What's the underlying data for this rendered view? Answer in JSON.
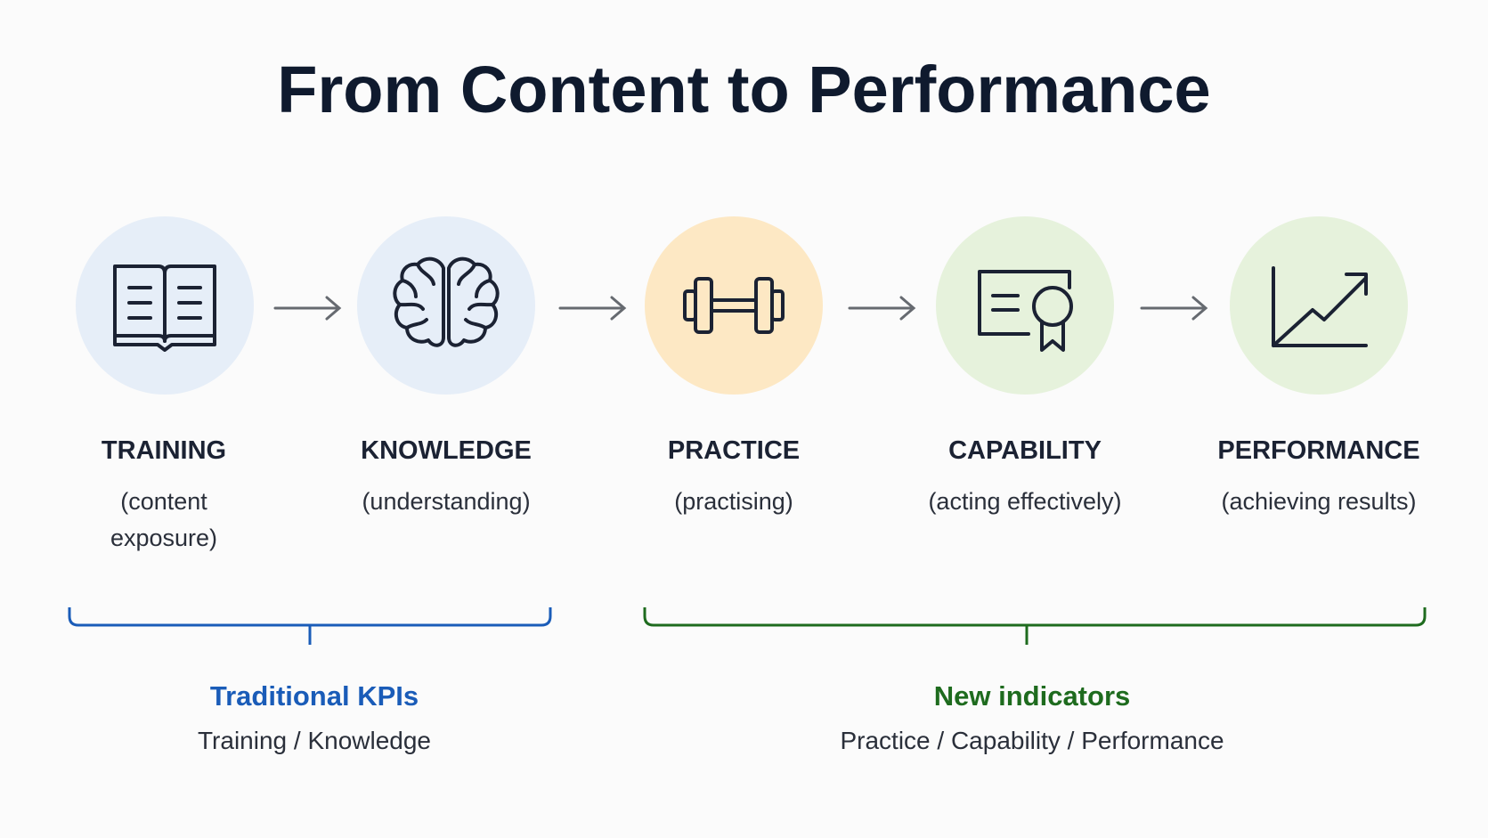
{
  "title": "From Content to Performance",
  "stages": [
    {
      "label": "TRAINING",
      "sub": "(content exposure)",
      "icon": "open-book-icon",
      "color": "#e6eef8"
    },
    {
      "label": "KNOWLEDGE",
      "sub": "(understanding)",
      "icon": "brain-icon",
      "color": "#e6eef8"
    },
    {
      "label": "PRACTICE",
      "sub": "(practising)",
      "icon": "dumbbell-icon",
      "color": "#fde8c4"
    },
    {
      "label": "CAPABILITY",
      "sub": "(acting effectively)",
      "icon": "certificate-icon",
      "color": "#e6f2dc"
    },
    {
      "label": "PERFORMANCE",
      "sub": "(achieving results)",
      "icon": "growth-chart-icon",
      "color": "#e6f2dc"
    }
  ],
  "groups": [
    {
      "title": "Traditional KPIs",
      "sub": "Training / Knowledge",
      "color": "#1a5cb8"
    },
    {
      "title": "New indicators",
      "sub": "Practice / Capability / Performance",
      "color": "#1e6b1e"
    }
  ],
  "colors": {
    "icon_stroke": "#1b2233",
    "arrow": "#666a70"
  }
}
